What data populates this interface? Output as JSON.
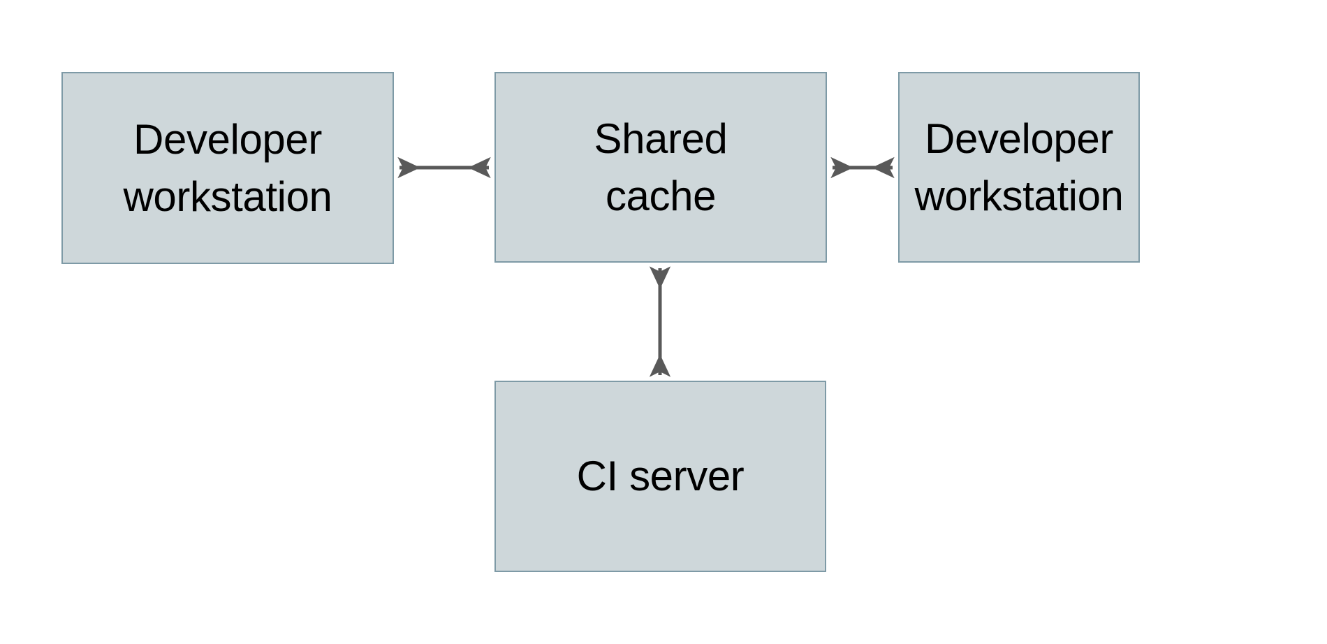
{
  "diagram": {
    "type": "block-diagram",
    "background_color": "#ffffff",
    "node_fill_color": "#ced7da",
    "node_border_color": "#7e9aa6",
    "arrow_color": "#595959",
    "text_color": "#000000",
    "nodes": [
      {
        "id": "dev-left",
        "label": "Developer\nworkstation",
        "line1": "Developer",
        "line2": "workstation"
      },
      {
        "id": "shared-cache",
        "label": "Shared\ncache",
        "line1": "Shared",
        "line2": "cache"
      },
      {
        "id": "dev-right",
        "label": "Developer\nworkstation",
        "line1": "Developer",
        "line2": "workstation"
      },
      {
        "id": "ci-server",
        "label": "CI server",
        "line1": "CI server",
        "line2": ""
      }
    ],
    "edges": [
      {
        "id": "edge-dev-left-shared",
        "from": "dev-left",
        "to": "shared-cache",
        "direction": "bidirectional",
        "orientation": "horizontal"
      },
      {
        "id": "edge-shared-dev-right",
        "from": "shared-cache",
        "to": "dev-right",
        "direction": "bidirectional",
        "orientation": "horizontal"
      },
      {
        "id": "edge-shared-ci",
        "from": "shared-cache",
        "to": "ci-server",
        "direction": "bidirectional",
        "orientation": "vertical"
      }
    ]
  }
}
